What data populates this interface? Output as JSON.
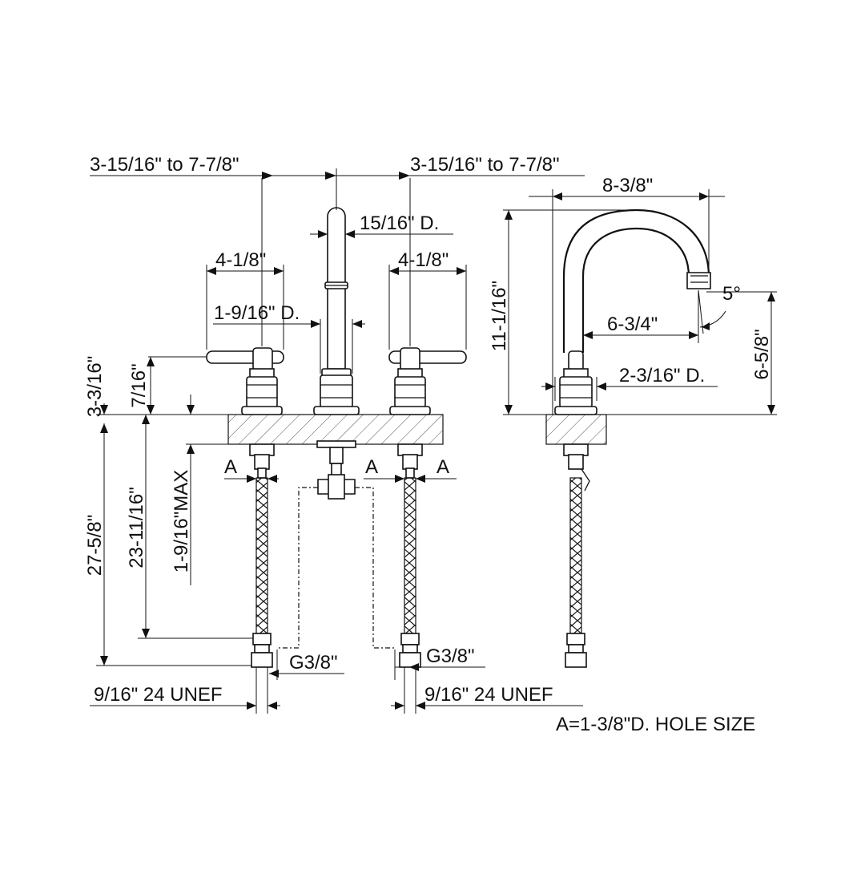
{
  "colors": {
    "line": "#111111",
    "background": "#ffffff",
    "hatch": "#444444"
  },
  "labels": {
    "spread_left": "3-15/16\" to 7-7/8\"",
    "spread_right": "3-15/16\" to 7-7/8\"",
    "spout_dia": "15/16\" D.",
    "handle_left": "4-1/8\"",
    "handle_right": "4-1/8\"",
    "body_dia": "1-9/16\" D.",
    "h_7_16": "7/16\"",
    "h_3_3_16": "3-3/16\"",
    "h_27_5_8": "27-5/8\"",
    "h_23_11_16": "23-11/16\"",
    "h_1_9_16_max": "1-9/16\"MAX",
    "hole_a1": "A",
    "hole_a2": "A",
    "hole_a3": "A",
    "g38_left": "G3/8\"",
    "g38_right": "G3/8\"",
    "unef_left": "9/16\" 24 UNEF",
    "unef_right": "9/16\" 24 UNEF",
    "hole_size": "A=1-3/8\"D. HOLE SIZE",
    "side_width": "8-3/8\"",
    "side_height": "11-1/16\"",
    "side_angle": "5°",
    "side_reach": "6-3/4\"",
    "side_spout_height": "6-5/8\"",
    "side_base_dia": "2-3/16\" D."
  }
}
